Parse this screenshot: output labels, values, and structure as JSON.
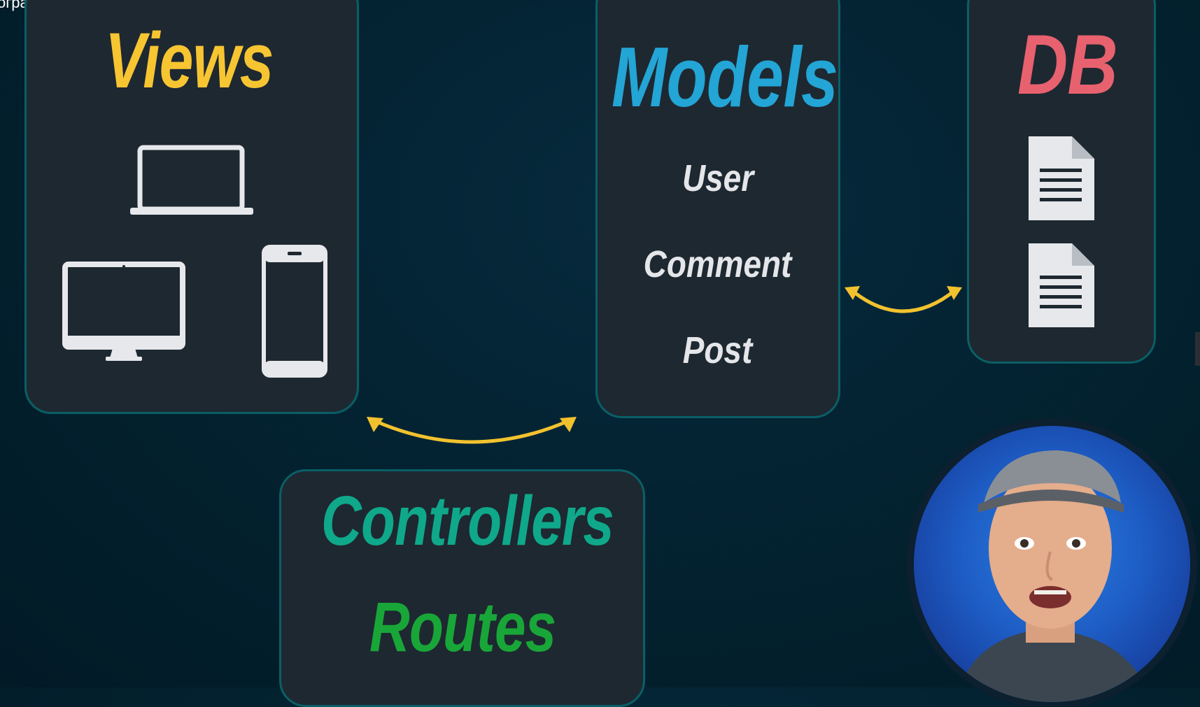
{
  "video": {
    "title_fragment": "ограммирования MVC"
  },
  "views": {
    "title": "Views",
    "icons": [
      "laptop-icon",
      "desktop-monitor-icon",
      "smartphone-icon"
    ]
  },
  "models": {
    "title": "Models",
    "items": [
      "User",
      "Comment",
      "Post"
    ]
  },
  "db": {
    "title": "DB",
    "icons": [
      "document-icon",
      "document-icon"
    ]
  },
  "controllers": {
    "title": "Controllers",
    "subtitle": "Routes"
  },
  "colors": {
    "views": "#f7c531",
    "models": "#23a5d6",
    "db": "#e8616f",
    "controllers": "#0fa88a",
    "routes": "#19a638",
    "arrow": "#f2c22e",
    "panel": "#1e2831",
    "panel_border": "#0a5f66",
    "background": "#03212f"
  },
  "presenter": {
    "icon": "presenter-webcam"
  }
}
